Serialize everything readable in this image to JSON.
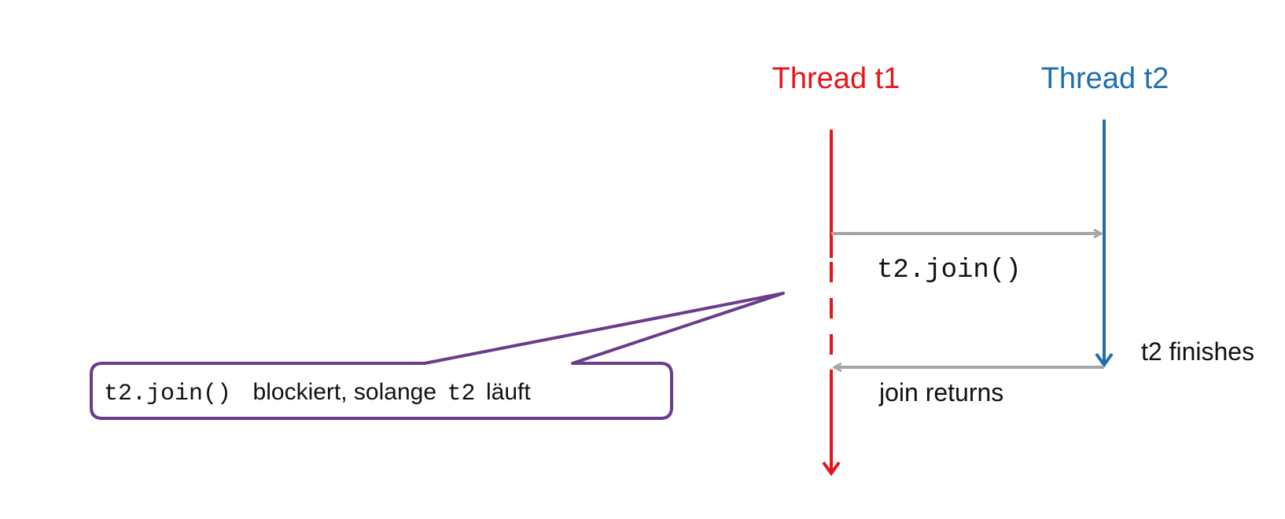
{
  "colors": {
    "t1": "#e8141b",
    "t2": "#1f6fae",
    "arrow": "#a6a6a6",
    "callout": "#6a3d8c",
    "text": "#111111"
  },
  "threads": {
    "t1_label": "Thread t1",
    "t2_label": "Thread t2"
  },
  "messages": {
    "call_label": "t2.join()",
    "finish_label": "t2 finishes",
    "return_label": "join returns"
  },
  "callout": {
    "code": "t2.join()",
    "text": "blockiert, solange",
    "code2": "t2",
    "text2": "läuft"
  }
}
